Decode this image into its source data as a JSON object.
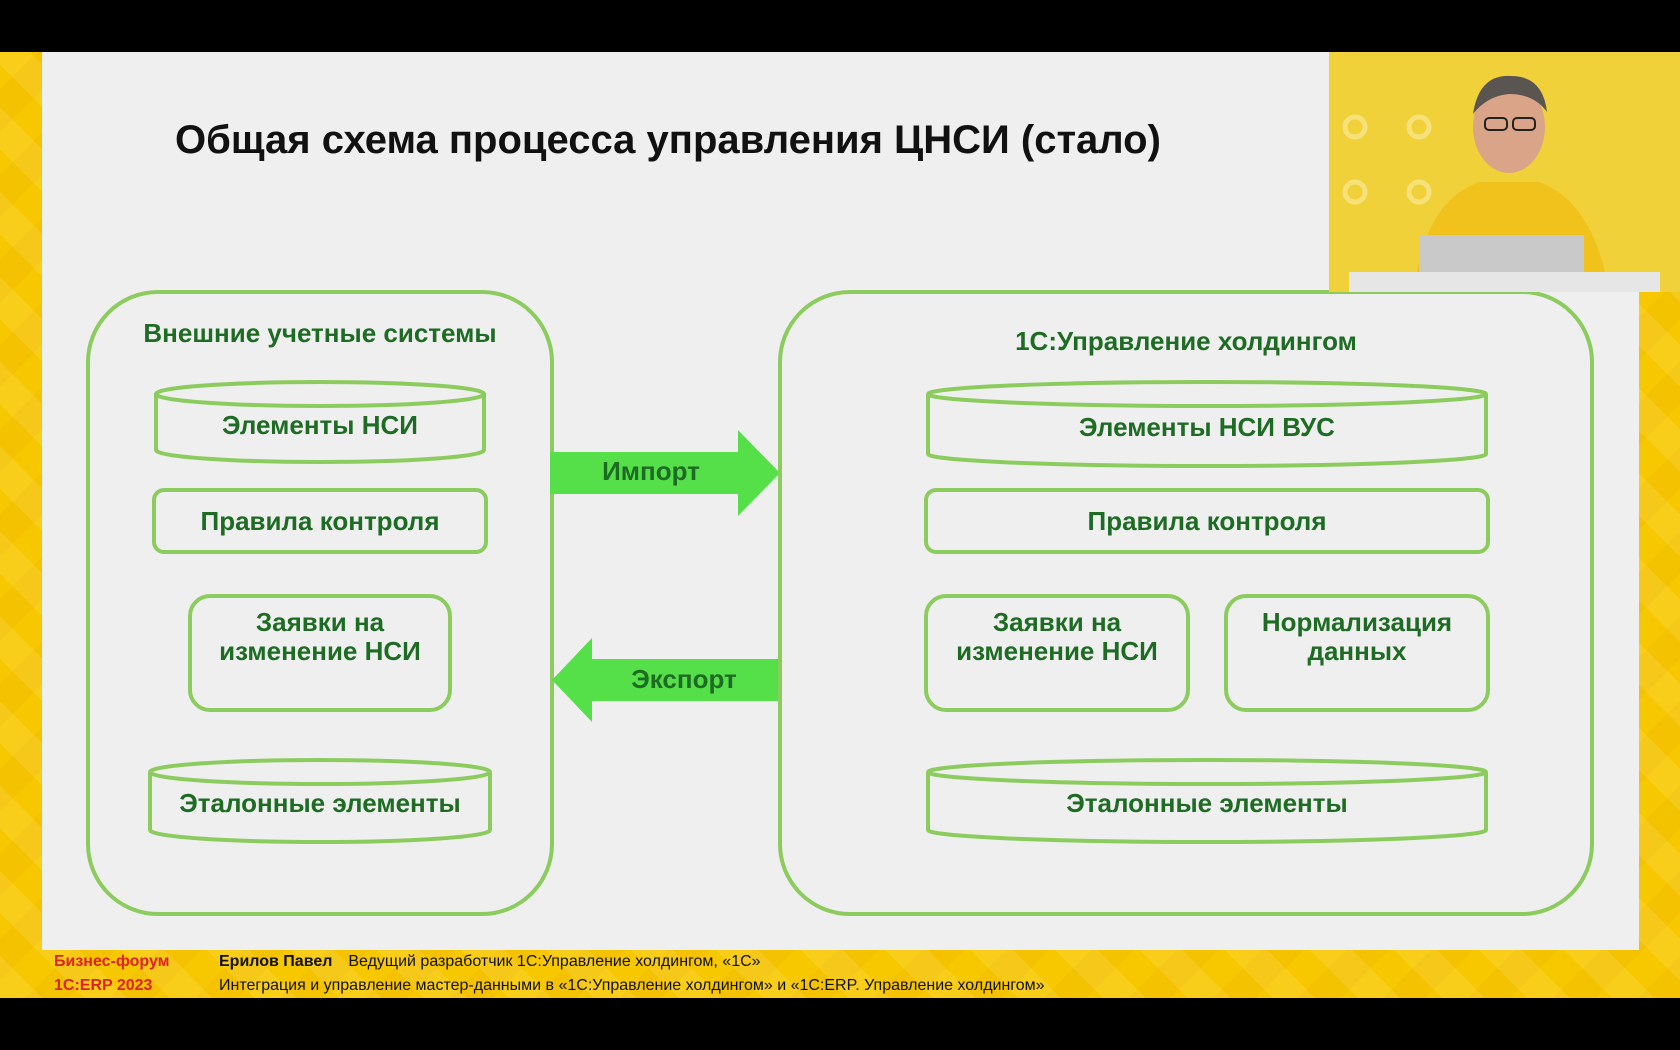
{
  "slide": {
    "title": "Общая схема процесса управления ЦНСИ (стало)"
  },
  "diagram": {
    "left_panel": {
      "title": "Внешние учетные системы",
      "items": [
        {
          "label": "Элементы НСИ",
          "shape": "cylinder"
        },
        {
          "label": "Правила контроля",
          "shape": "box"
        },
        {
          "label_line1": "Заявки на",
          "label_line2": "изменение НСИ",
          "shape": "box"
        },
        {
          "label": "Эталонные элементы",
          "shape": "cylinder"
        }
      ]
    },
    "right_panel": {
      "title": "1С:Управление холдингом",
      "items": [
        {
          "label": "Элементы НСИ ВУС",
          "shape": "cylinder"
        },
        {
          "label": "Правила контроля",
          "shape": "box"
        },
        {
          "label_line1": "Заявки на",
          "label_line2": "изменение НСИ",
          "shape": "box"
        },
        {
          "label_line1": "Нормализация",
          "label_line2": "данных",
          "shape": "box"
        },
        {
          "label": "Эталонные элементы",
          "shape": "cylinder"
        }
      ]
    },
    "arrows": [
      {
        "label": "Импорт",
        "direction": "right"
      },
      {
        "label": "Экспорт",
        "direction": "left"
      }
    ],
    "colors": {
      "outline": "#8ccc5e",
      "text": "#1e6b24",
      "arrow": "#55e04a"
    }
  },
  "footer": {
    "event_line1": "Бизнес-форум",
    "event_line2": "1С:ERP 2023",
    "speaker_name": "Ерилов Павел",
    "speaker_role": "Ведущий разработчик 1С:Управление холдингом, «1С»",
    "talk_title": "Интеграция и управление мастер-данными в «1С:Управление холдингом» и «1С:ERP. Управление холдингом»"
  }
}
